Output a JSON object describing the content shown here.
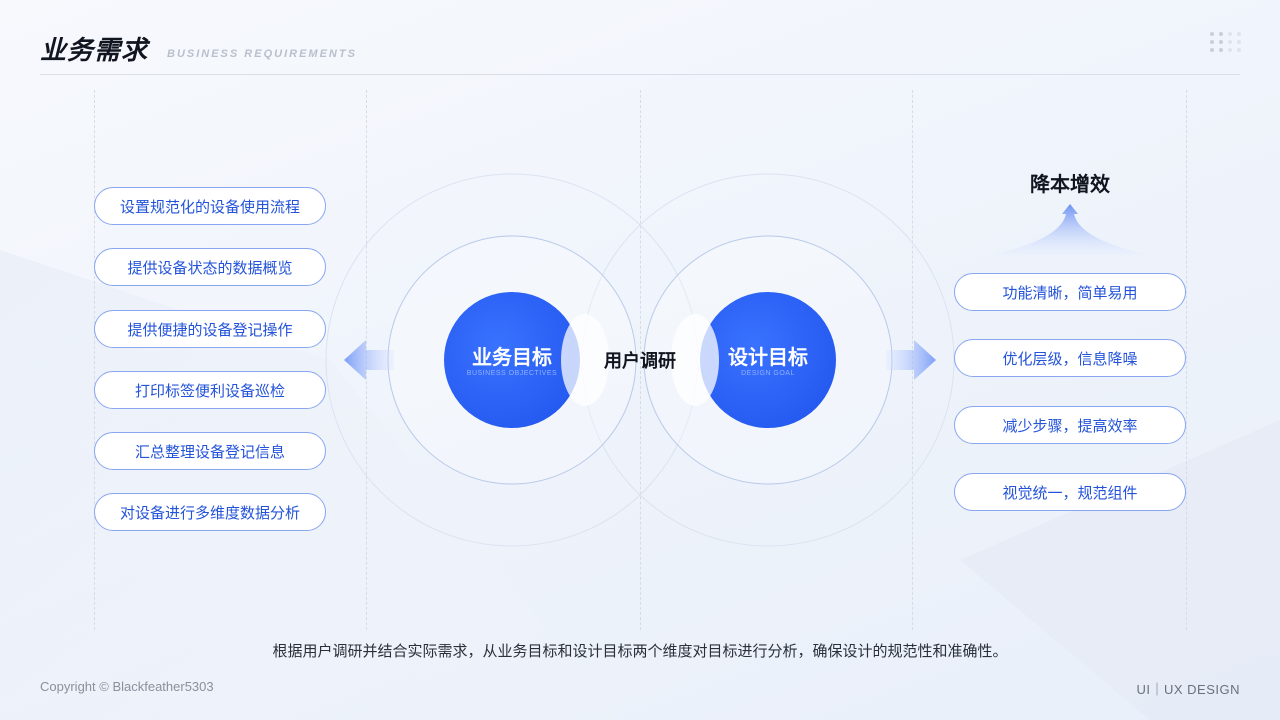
{
  "header": {
    "title": "业务需求",
    "subtitle": "BUSINESS REQUIREMENTS"
  },
  "left_items": [
    "设置规范化的设备使用流程",
    "提供设备状态的数据概览",
    "提供便捷的设备登记操作",
    "打印标签便利设备巡检",
    "汇总整理设备登记信息",
    "对设备进行多维度数据分析"
  ],
  "center": {
    "left_circle_title": "业务目标",
    "left_circle_sub": "BUSINESS OBJECTIVES",
    "middle_label": "用户调研",
    "right_circle_title": "设计目标",
    "right_circle_sub": "DESIGN GOAL"
  },
  "right_title": "降本增效",
  "right_items": [
    "功能清晰，简单易用",
    "优化层级，信息降噪",
    "减少步骤，提高效率",
    "视觉统一，规范组件"
  ],
  "footer": {
    "description": "根据用户调研并结合实际需求，从业务目标和设计目标两个维度对目标进行分析，确保设计的规范性和准确性。",
    "copyright": "Copyright © Blackfeather5303",
    "brand": "UI｜UX DESIGN"
  },
  "colors": {
    "accent": "#2f66f2",
    "pill_text": "#2353d9",
    "pill_border": "#8aa6f0"
  }
}
